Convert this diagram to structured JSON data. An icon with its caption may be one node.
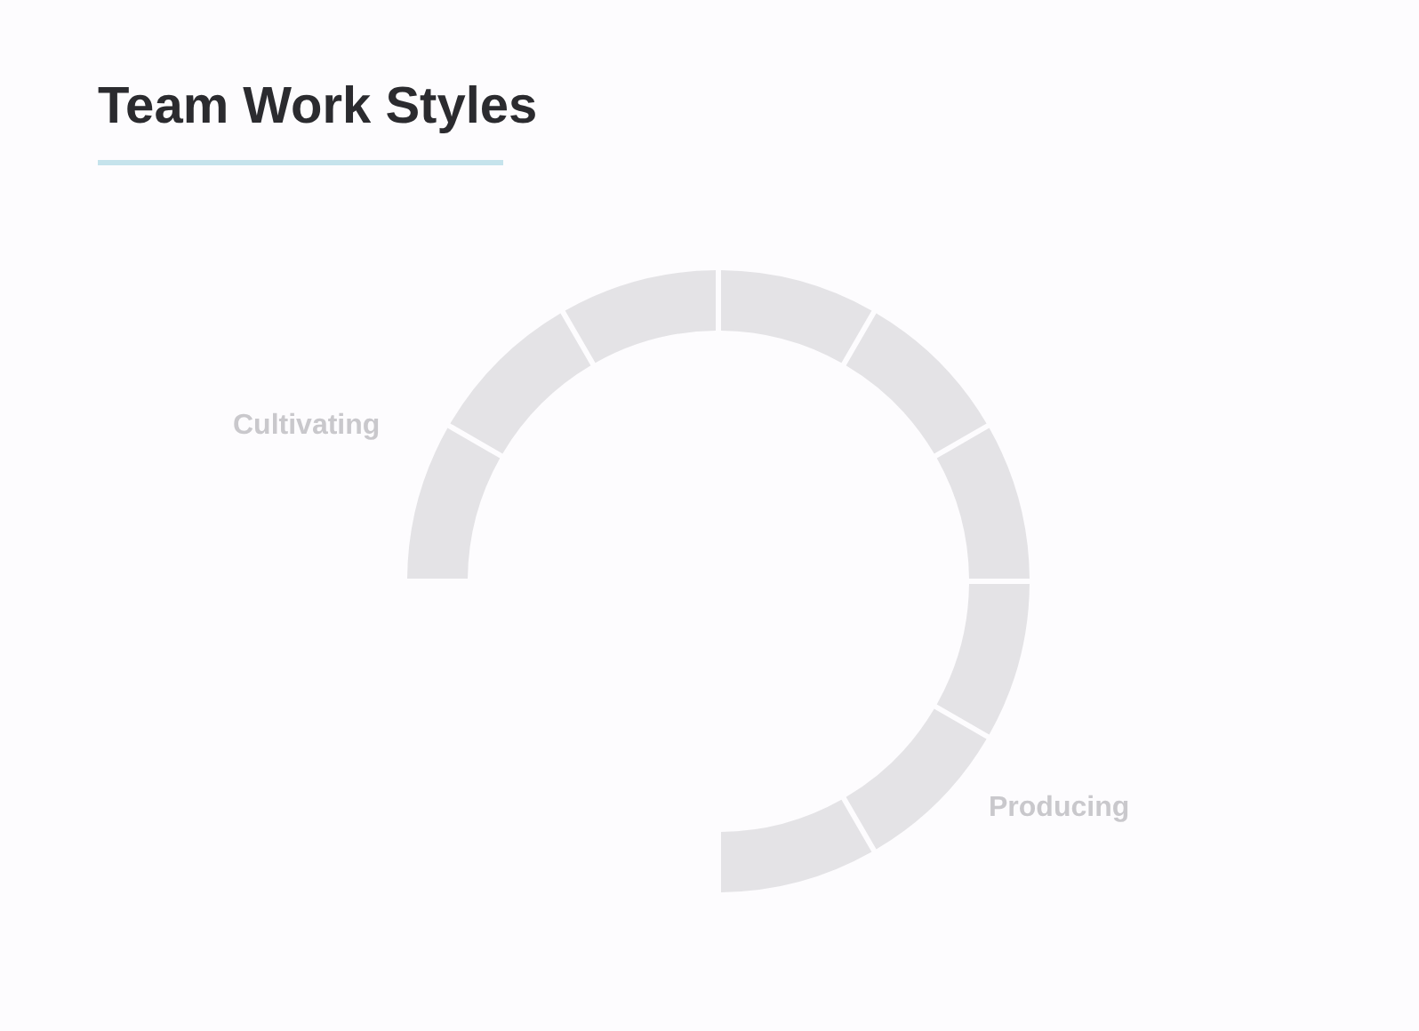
{
  "diagram": {
    "title": "Team Work Styles",
    "labels": [
      "Cultivating",
      "Producing"
    ]
  }
}
